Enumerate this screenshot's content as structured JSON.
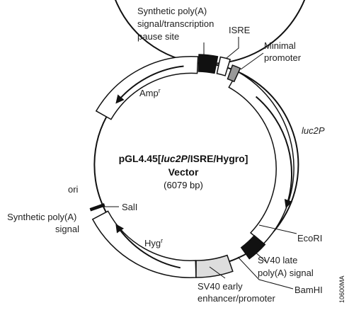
{
  "vector": {
    "name_prefix": "pGL4.45[",
    "name_gene": "luc2P",
    "name_suffix": "/ISRE/Hygro]",
    "name_line2": "Vector",
    "size": "(6079 bp)"
  },
  "features": {
    "poly_a_pause_line1": "Synthetic poly(A)",
    "poly_a_pause_line2": "signal/transcription",
    "poly_a_pause_line3": "pause site",
    "isre": "ISRE",
    "minimal_promoter_line1": "Minimal",
    "minimal_promoter_line2": "promoter",
    "luc2p": "luc2P",
    "ecori": "EcoRI",
    "sv40_late_line1": "SV40 late",
    "sv40_late_line2": "poly(A) signal",
    "bamhi": "BamHI",
    "sv40_early_line1": "SV40 early",
    "sv40_early_line2": "enhancer/promoter",
    "hyg_main": "Hyg",
    "hyg_sup": "r",
    "sali": "SalI",
    "synthetic_polya_line1": "Synthetic poly(A)",
    "synthetic_polya_line2": "signal",
    "ori": "ori",
    "amp_main": "Amp",
    "amp_sup": "r"
  },
  "figure_code": "10600MA"
}
